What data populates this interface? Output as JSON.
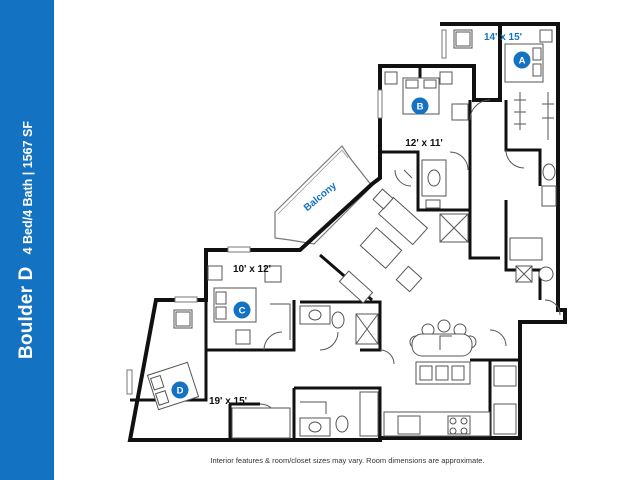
{
  "plan": {
    "name": "Boulder D",
    "specs": "4 Bed/4 Bath | 1567 SF"
  },
  "rooms": [
    {
      "id": "A",
      "label": "A",
      "dimensions": "14' x 15'"
    },
    {
      "id": "B",
      "label": "B",
      "dimensions": "12' x 11'"
    },
    {
      "id": "C",
      "label": "C",
      "dimensions": "10' x 12'"
    },
    {
      "id": "D",
      "label": "D",
      "dimensions": "19' x 15'"
    }
  ],
  "balcony": {
    "label": "Balcony"
  },
  "disclaimer": "Interior features & room/closet sizes may vary. Room dimensions are approximate.",
  "colors": {
    "brand": "#1472c2",
    "wall": "#111111",
    "fixture": "#555555",
    "sidebar_text": "#ffffff"
  }
}
